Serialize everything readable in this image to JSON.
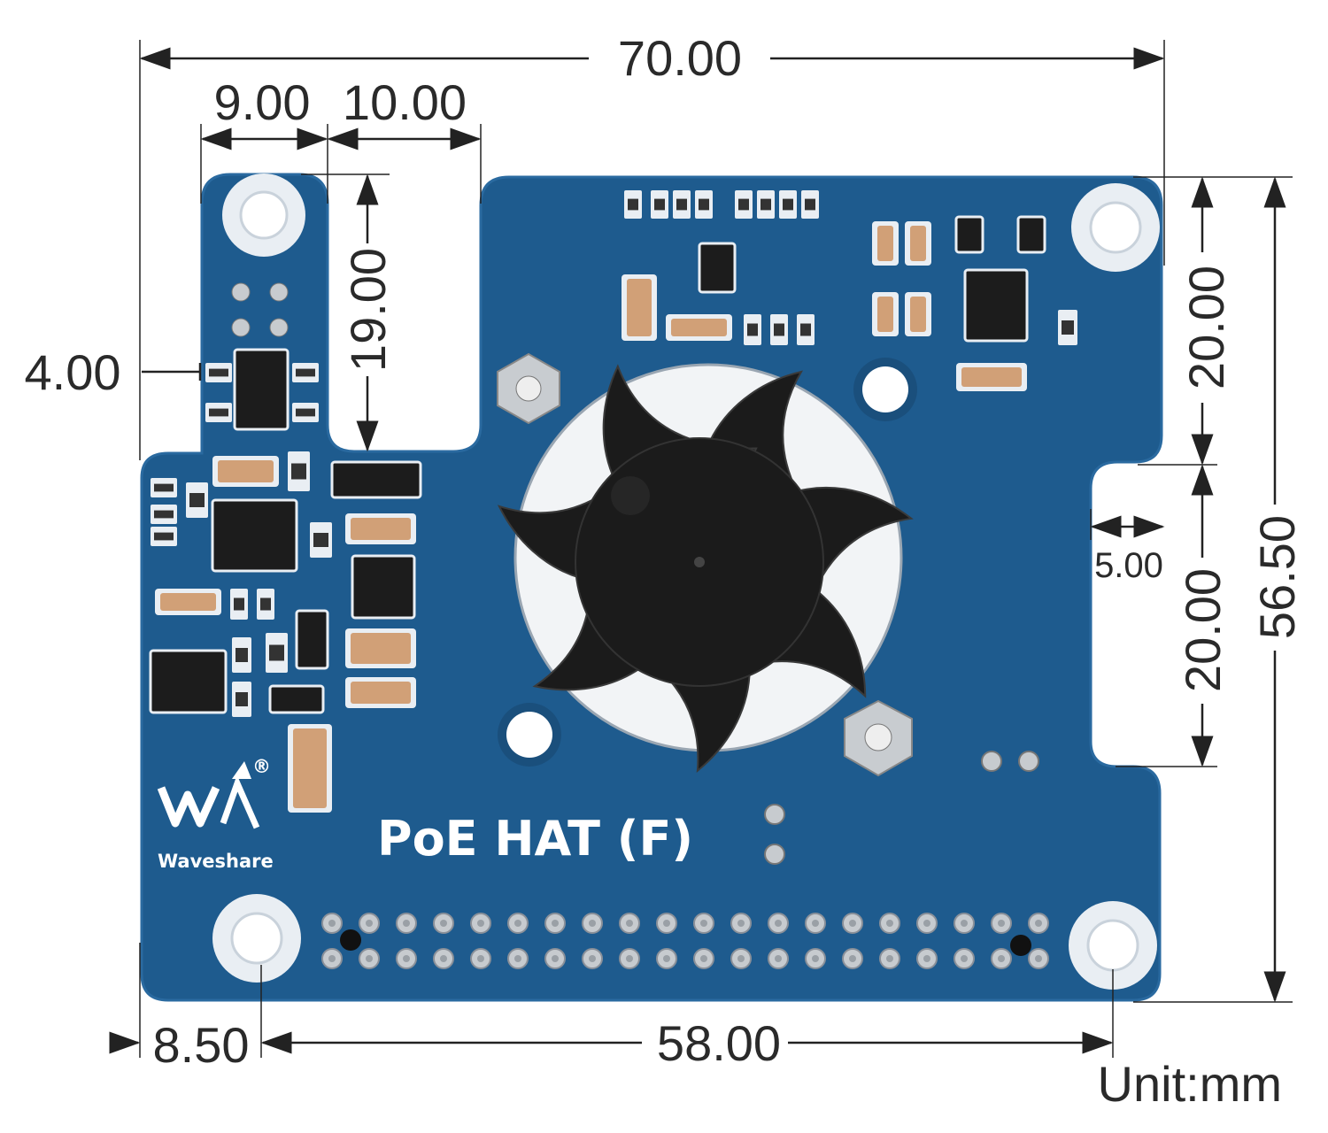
{
  "product": {
    "name": "PoE HAT (F)",
    "brand": "Waveshare",
    "registered_mark": "®"
  },
  "dimensions": {
    "overall_width": "70.00",
    "tab_offset": "9.00",
    "tab_width": "10.00",
    "tab_height": "19.00",
    "tab_left_gap": "4.00",
    "right_top": "20.00",
    "right_notch_depth": "5.00",
    "right_notch_height": "20.00",
    "overall_height": "56.50",
    "hole_left_offset": "8.50",
    "hole_spacing": "58.00"
  },
  "unit_label": "Unit:mm",
  "colors": {
    "board": "#1e5b8e",
    "board_edge": "#2a6aa0",
    "pad": "#e9eef3",
    "text": "#2a2a2a",
    "fan": "#1b1b1b"
  }
}
